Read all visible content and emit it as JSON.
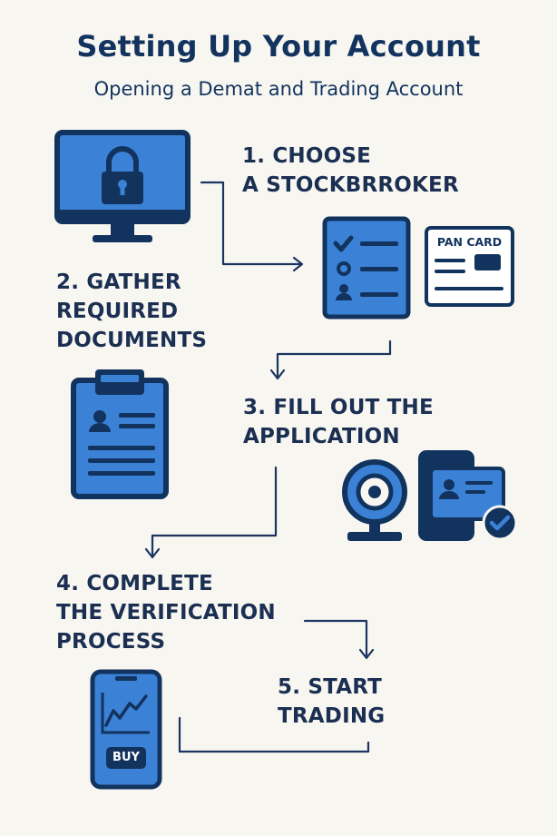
{
  "header": {
    "title": "Setting Up Your Account",
    "subtitle": "Opening a Demat and Trading Account"
  },
  "steps": [
    {
      "lines": [
        "1. CHOOSE",
        "A STOCKBRROKER"
      ]
    },
    {
      "lines": [
        "2. GATHER",
        "REQUIRED",
        "DOCUMENTS"
      ]
    },
    {
      "lines": [
        "3. FILL OUT THE",
        "APPLICATION"
      ]
    },
    {
      "lines": [
        "4. COMPLETE",
        "THE VERIFICATION",
        "PROCESS"
      ]
    },
    {
      "lines": [
        "5. START",
        "TRADING"
      ]
    }
  ],
  "icons": {
    "pan_card_label": "PAN CARD",
    "buy_label": "BUY"
  },
  "colors": {
    "primary_blue": "#3b82d6",
    "dark_navy": "#12335e",
    "background": "#f8f6f1"
  }
}
